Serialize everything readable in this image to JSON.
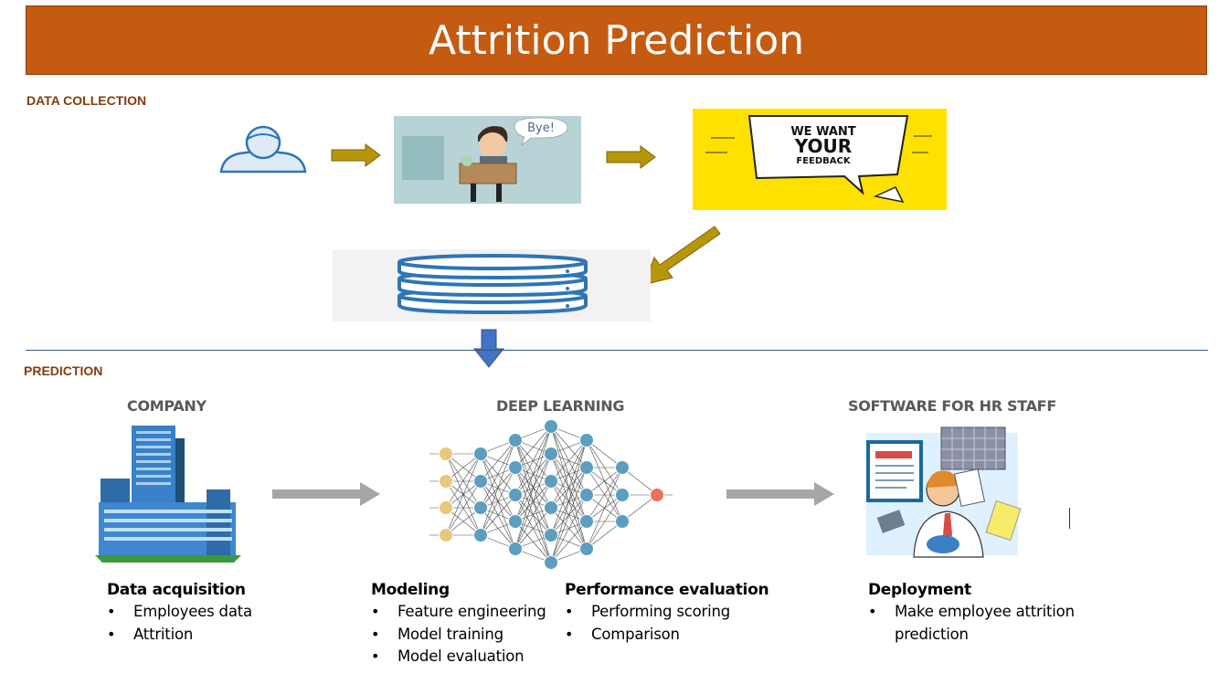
{
  "title": "Attrition Prediction",
  "sections": {
    "data_collection": "DATA COLLECTION",
    "prediction": "PREDICTION"
  },
  "illustrations": {
    "bye_bubble": "Bye!",
    "feedback_line1": "WE WANT",
    "feedback_line2": "YOUR",
    "feedback_line3": "FEEDBACK"
  },
  "columns": {
    "company": {
      "title": "COMPANY",
      "heading": "Data acquisition",
      "items": [
        "Employees data",
        "Attrition"
      ]
    },
    "deep_learning": {
      "title": "DEEP LEARNING",
      "modeling": {
        "heading": "Modeling",
        "items": [
          "Feature engineering",
          "Model training",
          "Model evaluation"
        ]
      },
      "performance": {
        "heading": "Performance evaluation",
        "items": [
          "Performing scoring",
          "Comparison"
        ]
      }
    },
    "software": {
      "title": "SOFTWARE FOR HR STAFF",
      "heading": "Deployment",
      "items": [
        "Make employee attrition prediction"
      ]
    }
  },
  "colors": {
    "title_bg": "#c55a11",
    "section_label": "#843c0c",
    "flow_arrow": "#b8960a",
    "down_arrow": "#4472c4",
    "gray_arrow": "#a6a6a6",
    "database_blue": "#2e75b6"
  },
  "icons": [
    "user-icon",
    "employee-leaving-illustration",
    "feedback-banner",
    "database-icon",
    "building-icon",
    "neural-network-icon",
    "hr-software-illustration"
  ]
}
